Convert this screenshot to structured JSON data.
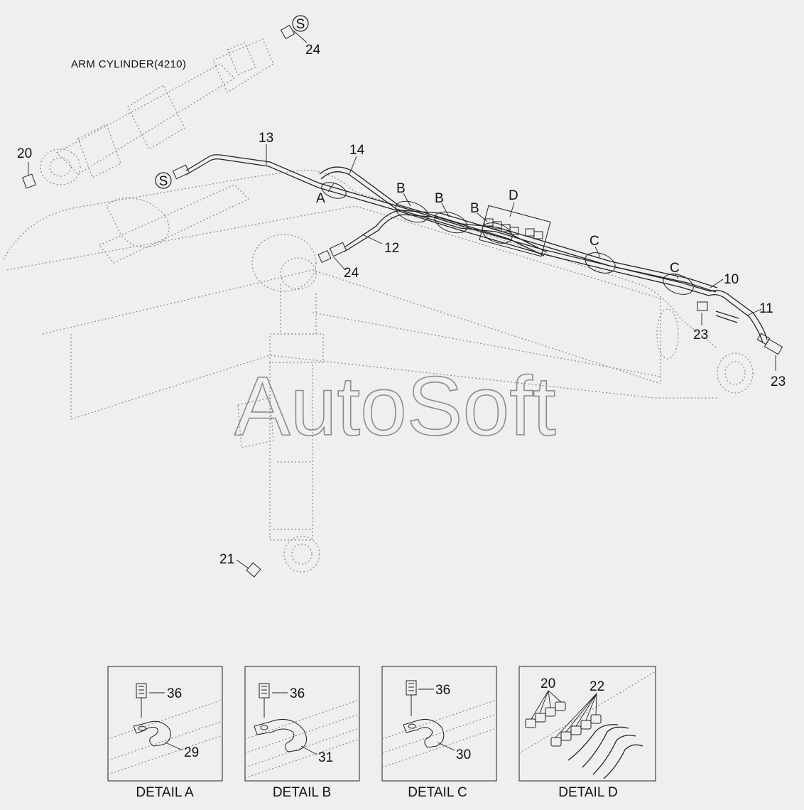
{
  "title_label": "ARM CYLINDER(4210)",
  "watermark": "AutoSoft",
  "circle_markers": [
    "S",
    "S"
  ],
  "part_labels": {
    "p24_top": "24",
    "p20": "20",
    "p13": "13",
    "p14": "14",
    "a": "A",
    "b1": "B",
    "b2": "B",
    "b3": "B",
    "d": "D",
    "p12": "12",
    "p24_mid": "24",
    "c1": "C",
    "c2": "C",
    "p10": "10",
    "p11": "11",
    "p23_a": "23",
    "p23_b": "23",
    "p21": "21"
  },
  "details": [
    {
      "caption": "DETAIL  A",
      "labels": [
        "36",
        "29"
      ]
    },
    {
      "caption": "DETAIL  B",
      "labels": [
        "36",
        "31"
      ]
    },
    {
      "caption": "DETAIL  C",
      "labels": [
        "36",
        "30"
      ]
    },
    {
      "caption": "DETAIL  D",
      "labels": [
        "20",
        "22"
      ]
    }
  ]
}
